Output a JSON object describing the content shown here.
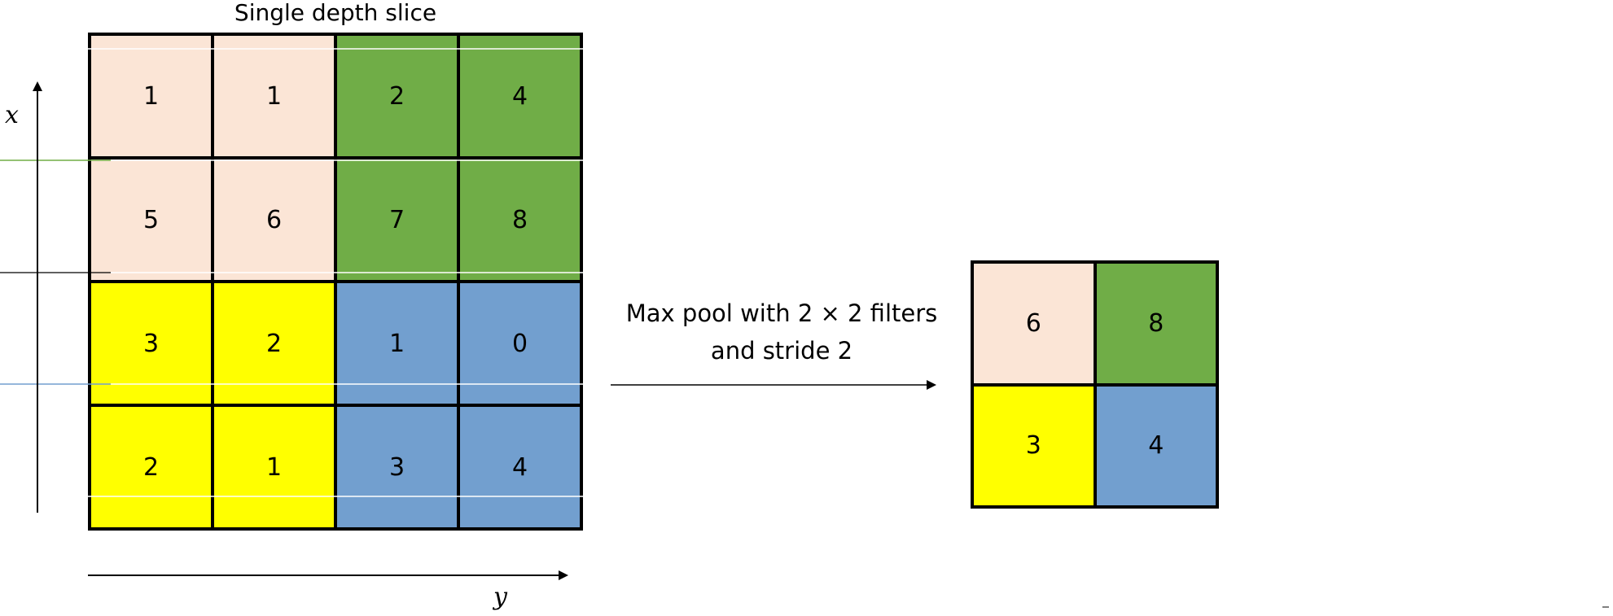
{
  "title": "Single depth slice",
  "input_grid": {
    "rows": [
      [
        {
          "value": "1",
          "color": "#fbe5d6"
        },
        {
          "value": "1",
          "color": "#fbe5d6"
        },
        {
          "value": "2",
          "color": "#70ad47"
        },
        {
          "value": "4",
          "color": "#70ad47"
        }
      ],
      [
        {
          "value": "5",
          "color": "#fbe5d6"
        },
        {
          "value": "6",
          "color": "#fbe5d6"
        },
        {
          "value": "7",
          "color": "#70ad47"
        },
        {
          "value": "8",
          "color": "#70ad47"
        }
      ],
      [
        {
          "value": "3",
          "color": "#ffff00"
        },
        {
          "value": "2",
          "color": "#ffff00"
        },
        {
          "value": "1",
          "color": "#729fcf"
        },
        {
          "value": "0",
          "color": "#729fcf"
        }
      ],
      [
        {
          "value": "2",
          "color": "#ffff00"
        },
        {
          "value": "1",
          "color": "#ffff00"
        },
        {
          "value": "3",
          "color": "#729fcf"
        },
        {
          "value": "4",
          "color": "#729fcf"
        }
      ]
    ]
  },
  "operation": {
    "line1": "Max pool with 2 × 2 filters",
    "line2": "and stride 2"
  },
  "output_grid": {
    "rows": [
      [
        {
          "value": "6",
          "color": "#fbe5d6"
        },
        {
          "value": "8",
          "color": "#70ad47"
        }
      ],
      [
        {
          "value": "3",
          "color": "#ffff00"
        },
        {
          "value": "4",
          "color": "#729fcf"
        }
      ]
    ]
  },
  "axes": {
    "x_label": "x",
    "y_label": "y"
  }
}
